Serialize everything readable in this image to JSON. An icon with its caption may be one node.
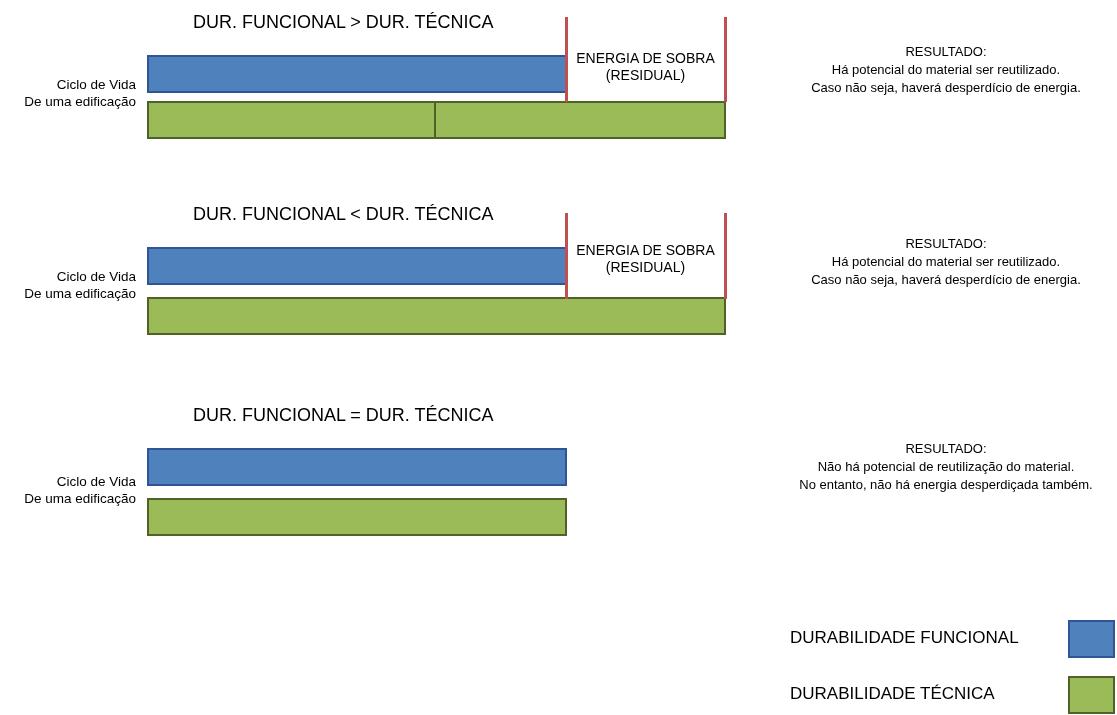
{
  "diagram": {
    "nodes": [
      {
        "text": [],
        "shape": "bar",
        "beside": [
          "DUR. FUNCIONAL > DUR. TÉCNICA"
        ]
      },
      {
        "text": [],
        "shape": "bar"
      },
      {
        "text": [],
        "shape": "bar",
        "beside": [
          "DUR. FUNCIONAL < DUR. TÉCNICA"
        ]
      },
      {
        "text": [],
        "shape": "bar"
      },
      {
        "text": [],
        "shape": "bar",
        "beside": [
          "DUR. FUNCIONAL = DUR. TÉCNICA"
        ]
      },
      {
        "text": [],
        "shape": "bar"
      }
    ],
    "labels": [
      "ENERGIA DE SOBRA (RESIDUAL)",
      "RESULTADO:",
      "Há potencial do material ser reutilizado.",
      "Caso não seja, haverá desperdício de energia.",
      "Ciclo de Vida",
      "De uma edificação",
      "ENERGIA DE SOBRA (RESIDUAL)",
      "RESULTADO:",
      "Há potencial do material ser reutilizado.",
      "Caso não seja, haverá desperdício de energia.",
      "Ciclo de Vida",
      "De uma edificação",
      "RESULTADO:",
      "Não há potencial de reutilização do material.",
      "No entanto, não há energia desperdiçada também.",
      "Ciclo de Vida",
      "De uma edificação"
    ],
    "legend": [
      {
        "text": "DURABILIDADE FUNCIONAL",
        "color": "#4f81bd"
      },
      {
        "text": "DURABILIDADE TÉCNICA",
        "color": "#9bbb59"
      }
    ]
  }
}
